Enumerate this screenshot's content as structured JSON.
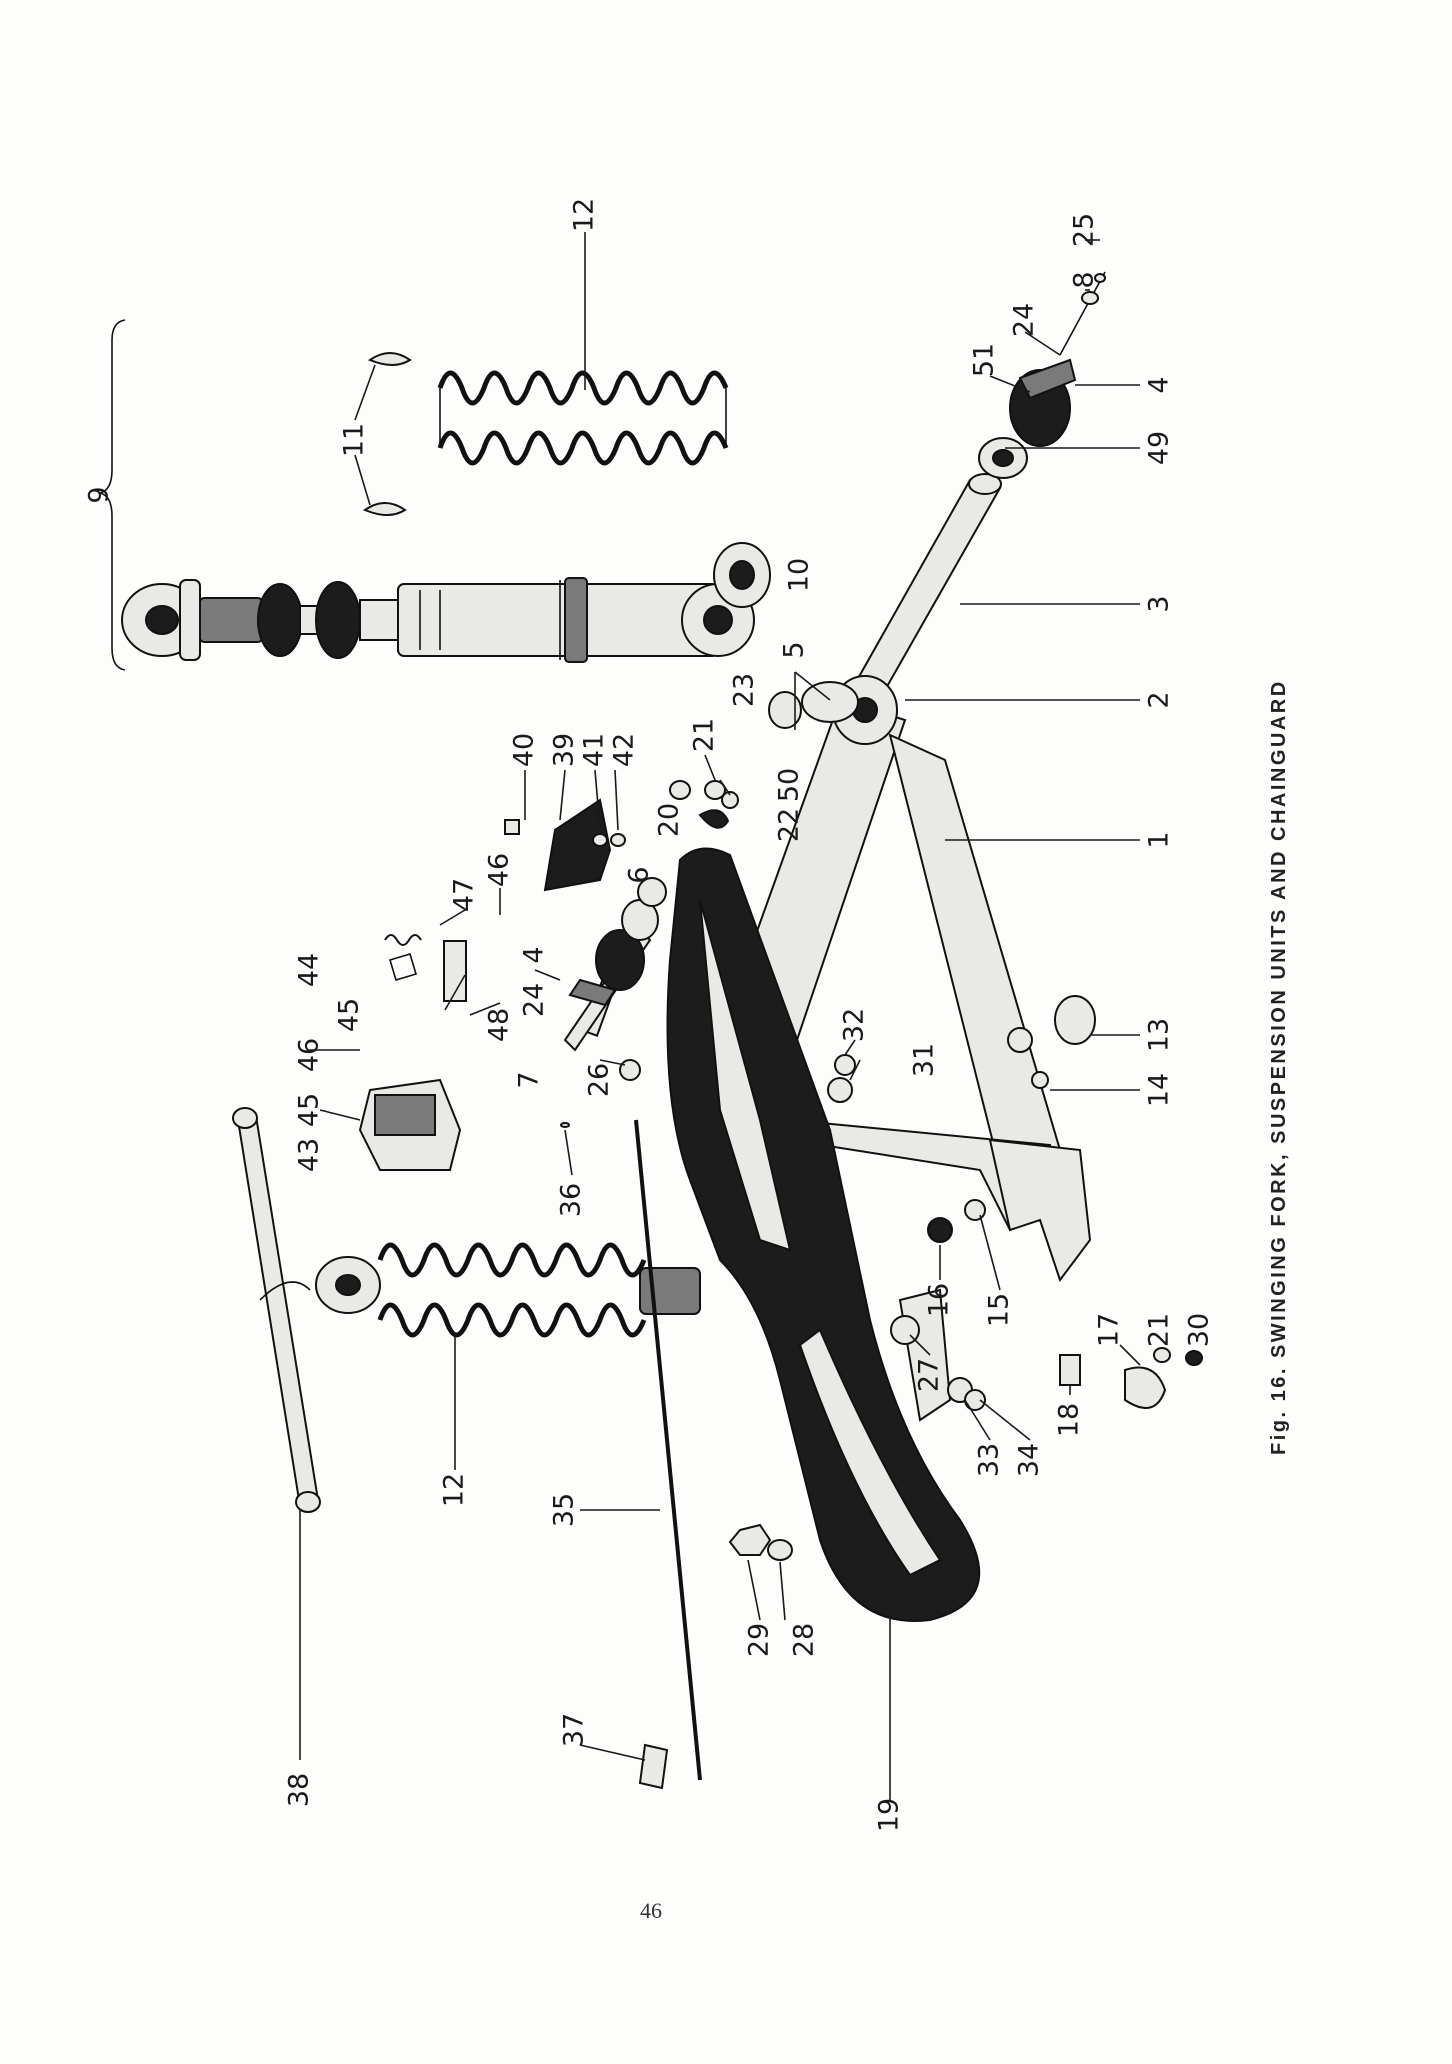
{
  "figure": {
    "caption": "Fig. 16. SWINGING FORK, SUSPENSION UNITS AND CHAINGUARD",
    "page_number": "46"
  },
  "callouts": [
    {
      "id": "c9",
      "label": "9"
    },
    {
      "id": "c11",
      "label": "11"
    },
    {
      "id": "c12a",
      "label": "12"
    },
    {
      "id": "c25",
      "label": "25"
    },
    {
      "id": "c8",
      "label": "8"
    },
    {
      "id": "c24a",
      "label": "24"
    },
    {
      "id": "c51",
      "label": "51"
    },
    {
      "id": "c4a",
      "label": "4"
    },
    {
      "id": "c49",
      "label": "49"
    },
    {
      "id": "c10",
      "label": "10"
    },
    {
      "id": "c3",
      "label": "3"
    },
    {
      "id": "c5",
      "label": "5"
    },
    {
      "id": "c2",
      "label": "2"
    },
    {
      "id": "c40",
      "label": "40"
    },
    {
      "id": "c39",
      "label": "39"
    },
    {
      "id": "c41",
      "label": "41"
    },
    {
      "id": "c42",
      "label": "42"
    },
    {
      "id": "c23",
      "label": "23"
    },
    {
      "id": "c21a",
      "label": "21"
    },
    {
      "id": "c50",
      "label": "50"
    },
    {
      "id": "c20",
      "label": "20"
    },
    {
      "id": "c22",
      "label": "22"
    },
    {
      "id": "c1",
      "label": "1"
    },
    {
      "id": "c47",
      "label": "47"
    },
    {
      "id": "c46a",
      "label": "46"
    },
    {
      "id": "c6",
      "label": "6"
    },
    {
      "id": "c4b",
      "label": "4"
    },
    {
      "id": "c44",
      "label": "44"
    },
    {
      "id": "c45a",
      "label": "45"
    },
    {
      "id": "c48",
      "label": "48"
    },
    {
      "id": "c24b",
      "label": "24"
    },
    {
      "id": "c46b",
      "label": "46"
    },
    {
      "id": "c45b",
      "label": "45"
    },
    {
      "id": "c43",
      "label": "43"
    },
    {
      "id": "c7",
      "label": "7"
    },
    {
      "id": "c26",
      "label": "26"
    },
    {
      "id": "c32",
      "label": "32"
    },
    {
      "id": "c31",
      "label": "31"
    },
    {
      "id": "c13",
      "label": "13"
    },
    {
      "id": "c14",
      "label": "14"
    },
    {
      "id": "c36",
      "label": "36"
    },
    {
      "id": "c16",
      "label": "16"
    },
    {
      "id": "c15",
      "label": "15"
    },
    {
      "id": "c17",
      "label": "17"
    },
    {
      "id": "c21b",
      "label": "21"
    },
    {
      "id": "c30",
      "label": "30"
    },
    {
      "id": "c27",
      "label": "27"
    },
    {
      "id": "c18",
      "label": "18"
    },
    {
      "id": "c33",
      "label": "33"
    },
    {
      "id": "c34",
      "label": "34"
    },
    {
      "id": "c12b",
      "label": "12"
    },
    {
      "id": "c35",
      "label": "35"
    },
    {
      "id": "c29",
      "label": "29"
    },
    {
      "id": "c28",
      "label": "28"
    },
    {
      "id": "c37",
      "label": "37"
    },
    {
      "id": "c38",
      "label": "38"
    },
    {
      "id": "c19",
      "label": "19"
    }
  ]
}
